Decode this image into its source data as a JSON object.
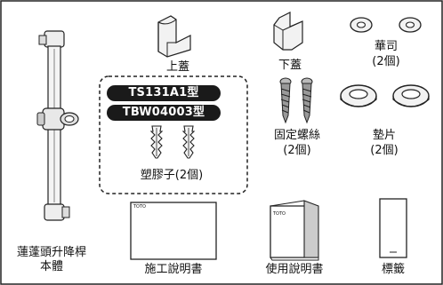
{
  "parts": {
    "slide_bar": {
      "label_line1": "蓮蓬頭升降桿",
      "label_line2": "本體"
    },
    "upper_cap": {
      "label": "上蓋"
    },
    "lower_cap": {
      "label": "下蓋"
    },
    "washer": {
      "label": "華司",
      "qty": "(2個)"
    },
    "screw": {
      "label": "固定螺絲",
      "qty": "(2個)"
    },
    "pad": {
      "label": "墊片",
      "qty": "(2個)"
    },
    "plastic_anchor": {
      "label": "塑膠子(2個)"
    },
    "install_manual": {
      "label": "施工說明書",
      "brand": "TOTO"
    },
    "user_manual": {
      "label": "使用說明書",
      "brand": "TOTO"
    },
    "tag": {
      "label": "標籤"
    }
  },
  "model_badges": [
    "TS131A1型",
    "TBW04003型"
  ],
  "colors": {
    "stroke": "#222222",
    "badge_bg": "#1a1a1a",
    "metal": "#9a9a9a",
    "dark": "#333333"
  }
}
